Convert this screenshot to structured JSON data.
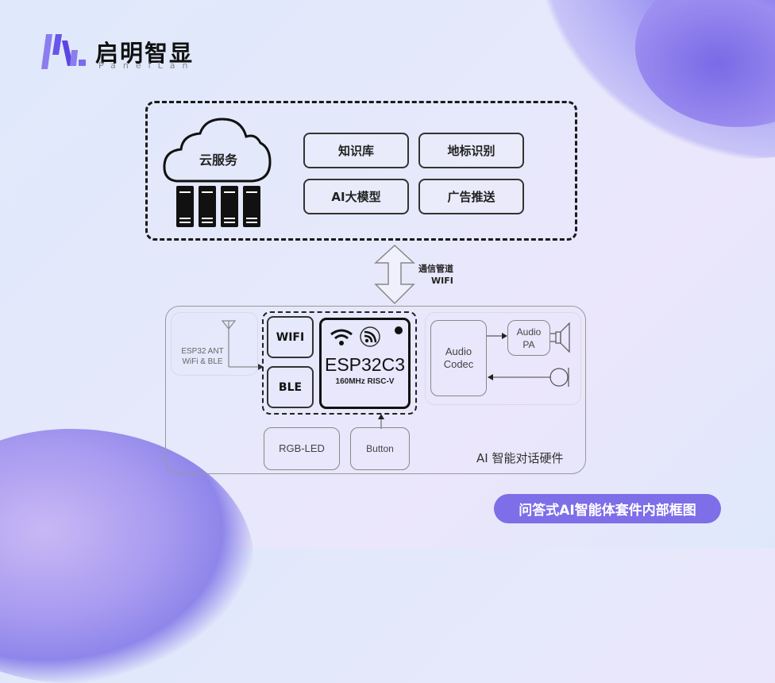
{
  "brand": {
    "name": "启明智显",
    "subtitle": "PanelLan"
  },
  "cloud_section": {
    "cloud_label": "云服务",
    "services": [
      "知识库",
      "地标识别",
      "AI大模型",
      "广告推送"
    ]
  },
  "link": {
    "label_line1": "通信管道",
    "label_line2": "WIFI"
  },
  "hardware_section": {
    "title": "AI 智能对话硬件",
    "antenna_label_line1": "ESP32 ANT",
    "antenna_label_line2": "WiFi & BLE",
    "radio_modules": [
      "WIFI",
      "BLE"
    ],
    "chip": {
      "name": "ESP32C3",
      "spec": "160MHz RISC-V"
    },
    "audio_codec_line1": "Audio",
    "audio_codec_line2": "Codec",
    "audio_pa_line1": "Audio",
    "audio_pa_line2": "PA",
    "peripherals": [
      "RGB-LED",
      "Button"
    ]
  },
  "caption": "问答式AI智能体套件内部框图"
}
